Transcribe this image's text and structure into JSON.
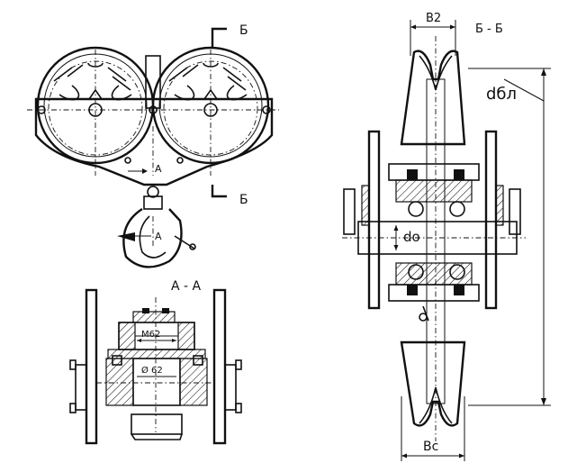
{
  "labels": {
    "section_b_top": "Б",
    "section_b_bottom": "Б",
    "section_a_upper": "А",
    "section_a_lower": "А",
    "view_aa_title": "А - А",
    "view_bb_title": "Б - Б",
    "thread_m62": "М62",
    "diameter_62": "Ø 62",
    "b2": "В2",
    "d_bl": "dбл",
    "d_o": "dо",
    "b_c": "Вс"
  }
}
